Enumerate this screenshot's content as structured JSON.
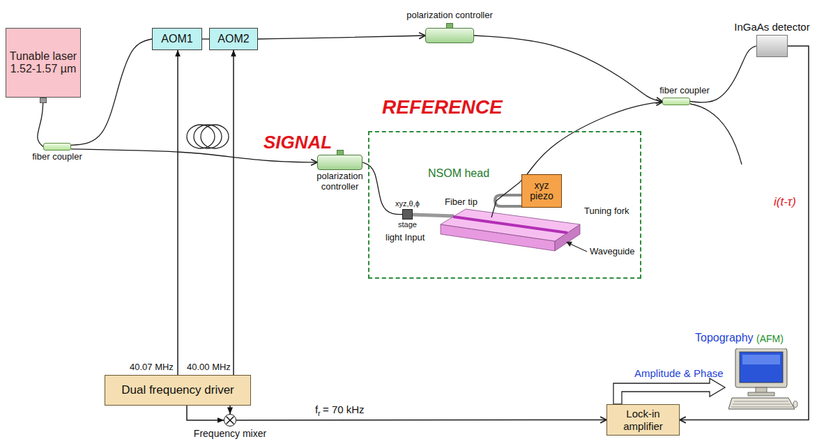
{
  "diagram": {
    "nodes": [
      {
        "text": [
          "Tunable laser 1.52-1.57 µm"
        ]
      },
      {
        "text": [
          "AOM1"
        ]
      },
      {
        "text": [
          "AOM2"
        ]
      },
      {
        "text": [
          "polarization controller"
        ]
      },
      {
        "text": [
          "InGaAs detector"
        ]
      },
      {
        "text": [
          "fiber coupler"
        ]
      },
      {
        "text": [
          "fiber coupler"
        ]
      },
      {
        "text": [
          "polarization controller"
        ]
      },
      {
        "text": [
          "NSOM head"
        ]
      },
      {
        "text": [
          "xyz piezo"
        ],
        "in": 8
      },
      {
        "text": [
          "xyz,θ,ϕ",
          "stage"
        ],
        "in": 8
      },
      {
        "text": [
          "Dual frequency driver"
        ]
      },
      {
        "text": [
          "Frequency mixer"
        ]
      },
      {
        "text": [
          "Lock-in amplifier"
        ]
      },
      {
        "text": [
          "Topography",
          "(AFM)"
        ]
      }
    ],
    "edges": [
      {
        "from": 0,
        "to": 6,
        "arrow": "none"
      },
      {
        "from": 6,
        "to": 1,
        "arrow": "none"
      },
      {
        "from": 1,
        "to": 2,
        "arrow": "none"
      },
      {
        "from": 2,
        "to": 3,
        "arrow": "to"
      },
      {
        "from": 3,
        "to": 5,
        "arrow": "to"
      },
      {
        "from": 5,
        "to": 4,
        "arrow": "none"
      },
      {
        "from": 6,
        "to": 7,
        "arrow": "to"
      },
      {
        "from": 7,
        "to": 10,
        "arrow": "none"
      },
      {
        "from": 9,
        "to": 5,
        "arrow": "to"
      },
      {
        "from": 11,
        "to": 1,
        "arrow": "to",
        "label": "40.07 MHz"
      },
      {
        "from": 11,
        "to": 2,
        "arrow": "to",
        "label": "40.00 MHz"
      },
      {
        "from": 11,
        "to": 12,
        "arrow": "to"
      },
      {
        "from": 11,
        "to": 12,
        "arrow": "to"
      },
      {
        "from": 12,
        "to": 13,
        "arrow": "to"
      },
      {
        "from": 4,
        "to": 13,
        "arrow": "to",
        "label": "i(t-τ)"
      }
    ],
    "labels": [
      "REFERENCE",
      "SIGNAL",
      "Fiber tip",
      "light Input",
      "Tuning fork",
      "Waveguide",
      "Amplitude & Phase",
      "f",
      "r",
      "= 70 kHz"
    ]
  }
}
